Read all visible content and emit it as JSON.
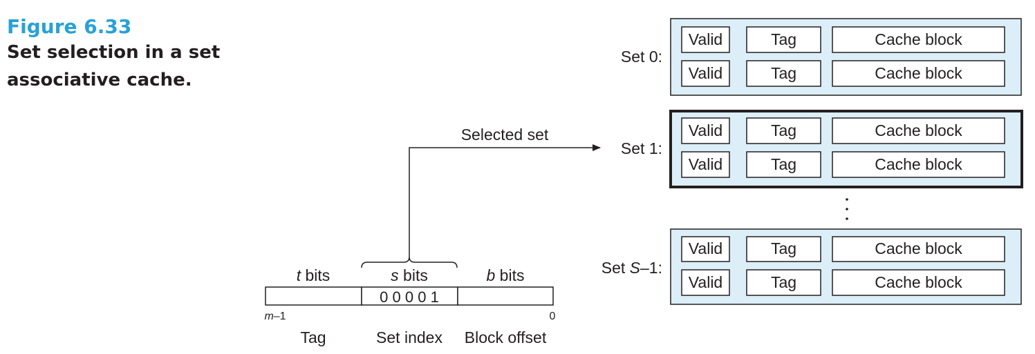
{
  "caption": {
    "figure_label": "Figure 6.33",
    "title": "Set selection in a set associative cache."
  },
  "address": {
    "fields": [
      {
        "header_var": "t",
        "header_rest": " bits",
        "name": "Tag",
        "value": ""
      },
      {
        "header_var": "s",
        "header_rest": " bits",
        "name": "Set index",
        "value": "0 0 0 0 1"
      },
      {
        "header_var": "b",
        "header_rest": " bits",
        "name": "Block offset",
        "value": ""
      }
    ],
    "msb_var": "m",
    "msb_rest": "–1",
    "lsb_label": "0"
  },
  "selected_set_label": "Selected set",
  "ellipsis": "·\n·\n·",
  "sets": [
    {
      "label_pre": "Set ",
      "label_var": "",
      "label_post": "0:",
      "selected": false,
      "lines": [
        {
          "valid": "Valid",
          "tag": "Tag",
          "block": "Cache block"
        },
        {
          "valid": "Valid",
          "tag": "Tag",
          "block": "Cache block"
        }
      ]
    },
    {
      "label_pre": "Set ",
      "label_var": "",
      "label_post": "1:",
      "selected": true,
      "lines": [
        {
          "valid": "Valid",
          "tag": "Tag",
          "block": "Cache block"
        },
        {
          "valid": "Valid",
          "tag": "Tag",
          "block": "Cache block"
        }
      ]
    },
    {
      "label_pre": "Set ",
      "label_var": "S",
      "label_post": "–1:",
      "selected": false,
      "lines": [
        {
          "valid": "Valid",
          "tag": "Tag",
          "block": "Cache block"
        },
        {
          "valid": "Valid",
          "tag": "Tag",
          "block": "Cache block"
        }
      ]
    }
  ],
  "colors": {
    "set_fill": "#dceef8",
    "border": "#231f20",
    "accent": "#27a2d6"
  }
}
